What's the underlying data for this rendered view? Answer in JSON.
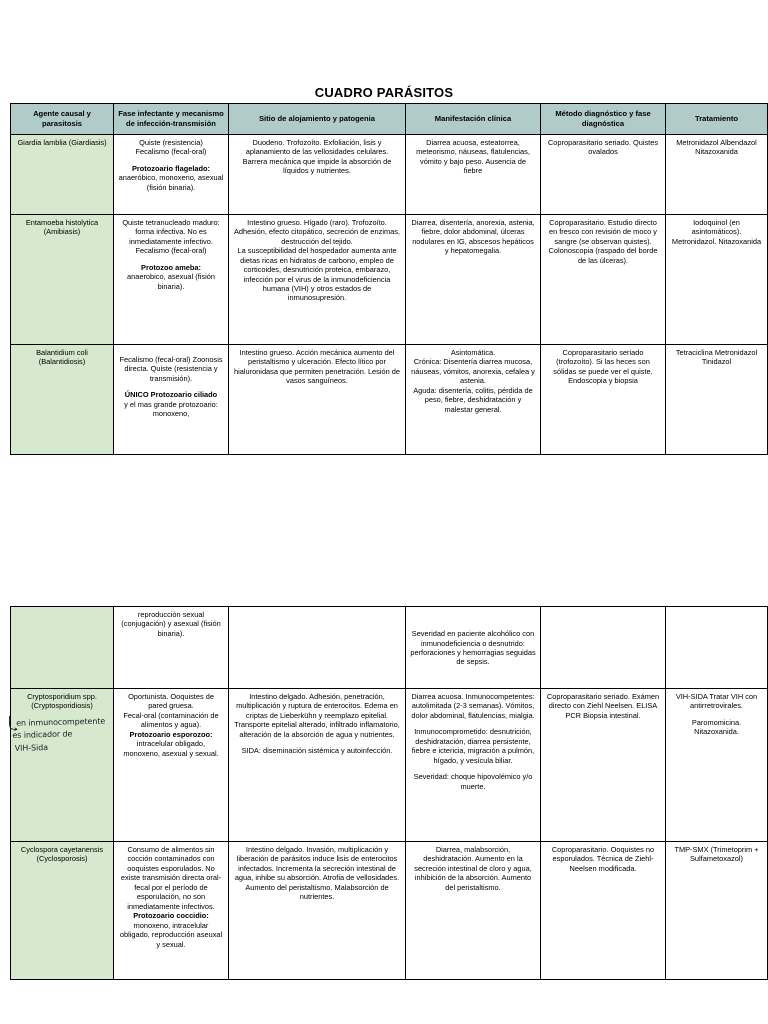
{
  "document": {
    "title": "CUADRO PARÁSITOS",
    "accent_header_color": "#b1cbcb",
    "agent_cell_color": "#d6e8cd",
    "border_color": "#000000"
  },
  "table": {
    "headers": [
      "Agente causal y parasitosis",
      "Fase infectante y mecanismo de infección-transmisión",
      "Sitio de alojamiento y patogenia",
      "Manifestación clínica",
      "Método diagnóstico y fase diagnóstica",
      "Tratamiento"
    ]
  },
  "section1": {
    "rows": [
      {
        "agent": "Giardia lamblia (Giardiasis)",
        "fase_l1": "Quiste (resistencia)",
        "fase_l2": "Fecalismo (fecal-oral)",
        "fase_b1": "Protozoario flagelado:",
        "fase_l3": "anaeróbico, monoxeno, asexual",
        "fase_l4": "(fisión binaria).",
        "sitio": "Duodeno. Trofozoíto. Exfoliación, lisis y aplanamiento de las vellosidades celulares. Barrera mecánica que impide la absorción de líquidos y nutrientes.",
        "clinica": "Diarrea acuosa, esteatorrea, meteorismo, náuseas, flatulencias, vómito y bajo peso. Ausencia de fiebre",
        "diagnostico": "Coproparasitario seriado. Quistes ovalados",
        "tratamiento": "Metronidazol Albendazol Nitazoxanida"
      },
      {
        "agent": "Entamoeba histolytica (Amibiasis)",
        "fase_l1": "Quiste tetranucleado maduro: forma infectiva. No es inmediatamente infectivo.",
        "fase_l2": "Fecalismo (fecal-oral)",
        "fase_b1": "Protozoo ameba:",
        "fase_l3": "anaerobico, asexual (fisión binaria).",
        "sitio_p1": "Intestino grueso. Hígado (raro). Trofozoíto. Adhesión, efecto citopático, secreción de enzimas, destrucción del tejido.",
        "sitio_p2": "La susceptibilidad del hospedador aumenta ante dietas ricas en hidratos de carbono, empleo de corticoides, desnutrición proteica, embarazo, infección por el virus de la inmunodeficiencia humana (VIH) y otros estados de inmunosupresión.",
        "clinica": "Diarrea, disentería, anorexia, astenia, fiebre, dolor abdominal, úlceras nodulares en IG, abscesos hepáticos y hepatomegalia.",
        "diagnostico": "Coproparasitario. Estudio directo en fresco con revisión de moco y sangre (se observan quistes). Colonoscopia (raspado del borde de las úlceras).",
        "tratamiento": "Iodoquinol (en asintomáticos). Metronidazol. Nitazoxanida"
      },
      {
        "agent": "Balantidium coli (Balantidiosis)",
        "fase_l1": "Fecalismo (fecal-oral) Zoonosis directa. Quiste (resistencia y transmisión).",
        "fase_b1": "ÚNICO Protozoario ciliado",
        "fase_l3": "y el mas grande protozoario: monoxeno,",
        "sitio": "Intestino grueso. Acción mecánica aumento del peristaltismo y ulceración. Efecto lítico por hialuronidasa que permiten penetración. Lesión de vasos sanguíneos.",
        "clinica_p1": "Asintomática.",
        "clinica_p2": "Crónica: Disentería diarrea mucosa, náuseas, vómitos, anorexia, cefalea y astenia.",
        "clinica_p3": "Aguda: disentería, colitis, pérdida de peso, fiebre, deshidratación y malestar general.",
        "diagnostico": "Coproparasitario seriado (trofozoíto). Si las heces son sólidas se puede ver el quiste. Endoscopia y biopsia",
        "tratamiento": "Tetraciclina Metronidazol Tinidazol"
      }
    ]
  },
  "section2": {
    "rows": [
      {
        "agent": "",
        "fase": "reproducción sexual (conjugación) y asexual (fisión binaria).",
        "sitio": "",
        "clinica": "Severidad en paciente alcohólico con inmunodeficiencia o desnutrido: perforaciones y hemorragias seguidas de sepsis.",
        "diagnostico": "",
        "tratamiento": ""
      },
      {
        "agent": "Cryptosporidium spp. (Cryptosporidiosis)",
        "fase_l1": "Oportunista. Ooquistes de pared gruesa.",
        "fase_l2": "Fecal-oral (contaminación de alimentos y agua).",
        "fase_b1": "Protozoario esporozoo:",
        "fase_l3": "intracelular obligado, monoxeno, asexual y sexual.",
        "sitio_p1": "Intestino delgado. Adhesión, penetración, multiplicación y ruptura de enterocitos. Edema en criptas de Lieberkühn y reemplazo epitelial. Transporte epitelial alterado, infiltrado inflamatorio, alteración de la absorción de agua y nutrientes.",
        "sitio_p2": "SIDA: diseminación sistémica y autoinfección.",
        "clinica_p1": "Diarrea acuosa. Inmunocompetentes: autolimitada (2-3 semanas). Vómitos, dolor abdominal, flatulencias, mialgia.",
        "clinica_p2": "Inmunocomprometido: desnutrición, deshidratación, diarrea persistente, fiebre e ictericia, migración a pulmón, hígado, y vesícula biliar.",
        "clinica_p3": "Severidad: choque hipovolémico y/o muerte.",
        "diagnostico": "Coproparasitario seriado. Exámen directo con Ziehl Neelsen. ELISA PCR Biopsia intestinal.",
        "tratamiento_p1": "VIH-SIDA Tratar VIH con antirretrovirales.",
        "tratamiento_p2": "Paromomicina. Nitazoxanida."
      },
      {
        "agent": "Cyclospora cayetanensis (Cyclosporosis)",
        "fase_l1": "Consumo de alimentos sin cocción contaminados con ooquistes esporulados. No existe transmisión directa oral-fecal por el período de esporulación, no son inmediatamente infectivos.",
        "fase_b1": "Protozoario coccidio:",
        "fase_l3": "monoxeno, intracelular obligado, reproducción aseuxal y sexual.",
        "sitio": "Intestino delgado. Invasión, multiplicación y liberación de parásitos induce lisis de enterocitos infectados. Incrementa la secreción intestinal de agua, inhibe su absorción. Atrofia de vellosidades. Aumento del peristaltismo. Malabsorción de nutrientes.",
        "clinica": "Diarrea, malabsorción, deshidratación. Aumento en la secreción intestinal de cloro y agua, inhibición de la absorción. Aumento del peristaltismo.",
        "diagnostico": "Coproparasitario. Ooquistes no esporulados. Técnica de Ziehl-Neelsen modificada.",
        "tratamiento": "TMP-SMX (Trimetoprim + Sulfametoxazol)"
      }
    ]
  },
  "annotation": {
    "line1": "en inmunocompetente",
    "line2": "es indicador de",
    "line3": "VIH-Sida"
  }
}
